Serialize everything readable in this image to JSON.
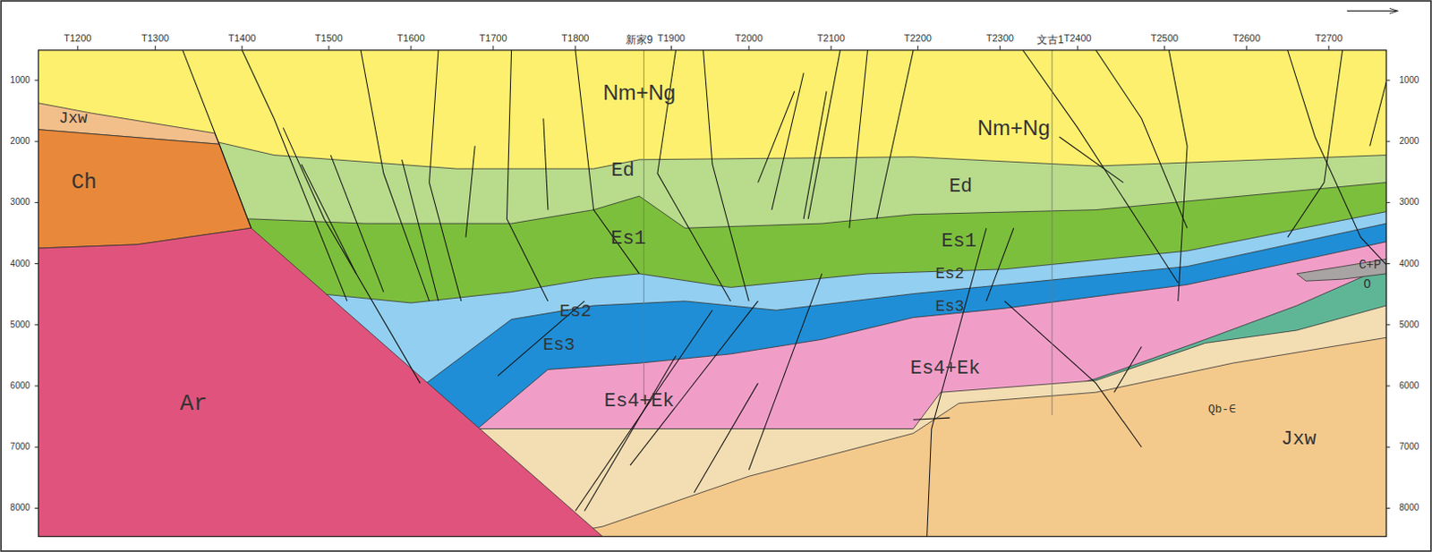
{
  "diagram": {
    "labels": [
      "T1200",
      "T1300",
      "T1400",
      "T1500",
      "T1600",
      "T1700",
      "T1800",
      "T1900",
      "T2000",
      "T2100",
      "T2200",
      "T2300",
      "T2400",
      "T2500",
      "T2600",
      "T2700",
      "新家9",
      "文古1",
      "1000",
      "2000",
      "3000",
      "4000",
      "5000",
      "6000",
      "7000",
      "8000",
      "1000",
      "2000",
      "3000",
      "4000",
      "5000",
      "6000",
      "7000",
      "8000",
      "Jxw",
      "Ch",
      "Ar",
      "Nm+Ng",
      "Nm+Ng",
      "Ed",
      "Ed",
      "Es1",
      "Es1",
      "Es2",
      "Es2",
      "Es3",
      "Es3",
      "Es4+Ek",
      "Es4+Ek",
      "Qb-∈",
      "Jxw",
      "C+P",
      "O"
    ]
  }
}
